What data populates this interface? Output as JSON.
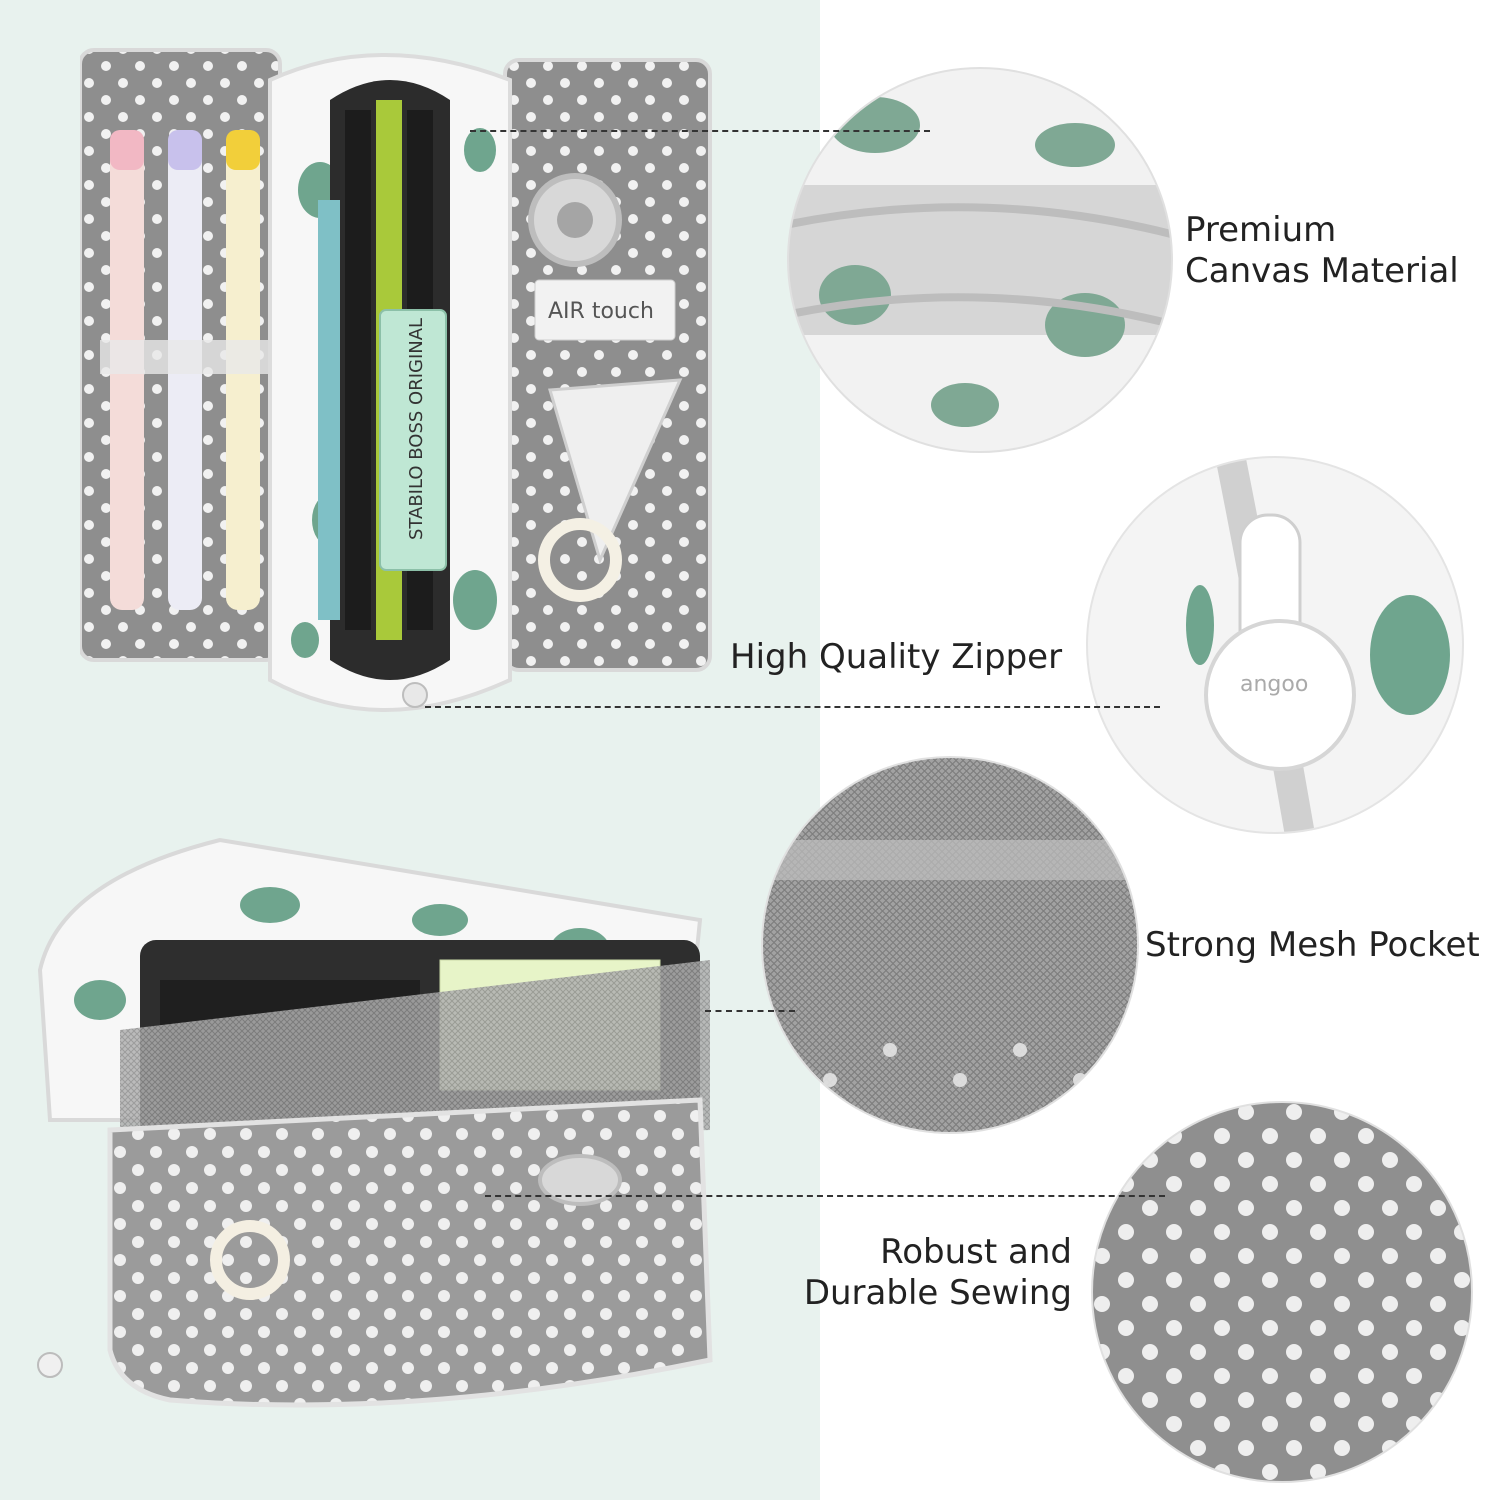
{
  "features": [
    {
      "id": "canvas",
      "lines": [
        "Premium",
        "Canvas Material"
      ]
    },
    {
      "id": "zipper",
      "lines": [
        "High Quality Zipper"
      ]
    },
    {
      "id": "mesh",
      "lines": [
        "Strong Mesh Pocket"
      ]
    },
    {
      "id": "sewing",
      "lines": [
        "Robust and",
        "Durable Sewing"
      ]
    }
  ],
  "product_print": {
    "highlighter": "STABILO BOSS ORIGINAL",
    "eraser": "AIR touch",
    "zipper_pull": "angoo"
  },
  "colors": {
    "background_left": "#e8f2ee",
    "background_right": "#ffffff",
    "mesh_gray": "#8e8e8e",
    "cactus_green": "#6fa58e",
    "fabric_white": "#f7f7f7",
    "dash_line": "#333333"
  }
}
